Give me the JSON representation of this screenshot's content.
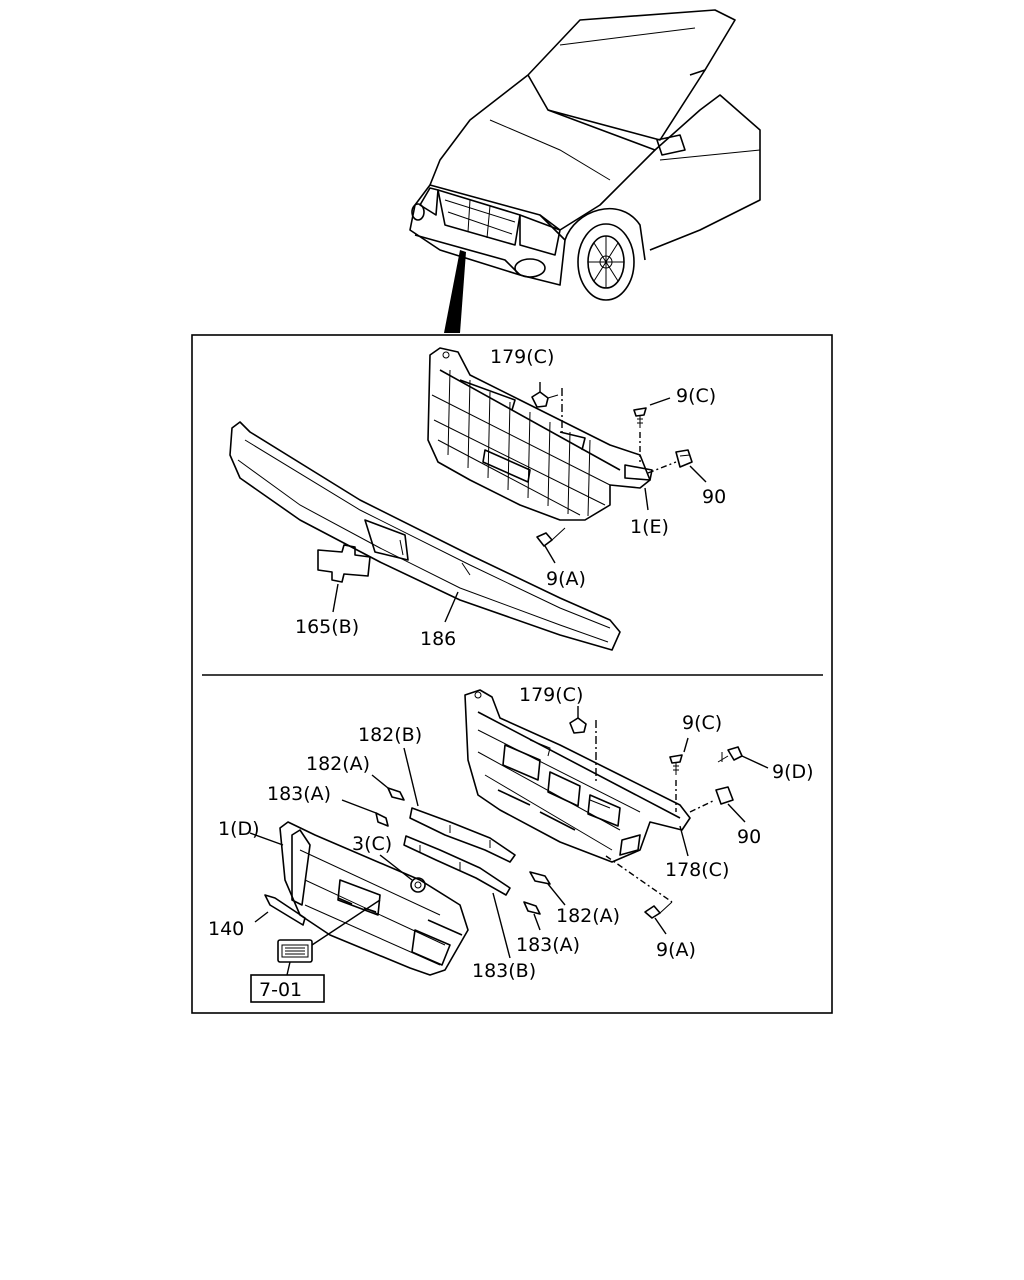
{
  "upper_panel": {
    "labels": {
      "bolt_179c": "179(C)",
      "screw_9c": "9(C)",
      "clip_90": "90",
      "grille_1e": "1(E)",
      "screw_9a": "9(A)",
      "emblem_165b": "165(B)",
      "molding_186": "186"
    }
  },
  "lower_panel": {
    "labels": {
      "bolt_179c": "179(C)",
      "trim_182b": "182(B)",
      "trim_182a_top": "182(A)",
      "trim_183a_top": "183(A)",
      "grille_1d": "1(D)",
      "nut_3c": "3(C)",
      "screw_9c": "9(C)",
      "screw_9d": "9(D)",
      "clip_90": "90",
      "bracket_178c": "178(C)",
      "trim_182a_right": "182(A)",
      "trim_183a_bottom": "183(A)",
      "trim_183b": "183(B)",
      "screw_9a": "9(A)",
      "part_140": "140",
      "ref_box": "7-01"
    }
  }
}
